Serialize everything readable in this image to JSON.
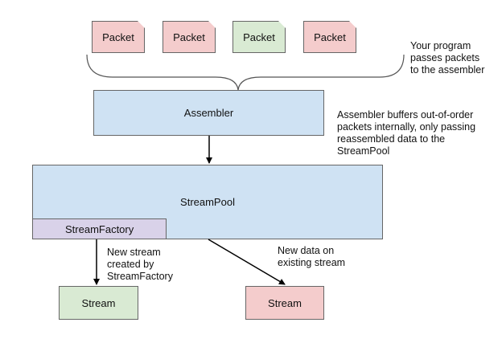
{
  "packets": [
    {
      "label": "Packet",
      "color": "red"
    },
    {
      "label": "Packet",
      "color": "red"
    },
    {
      "label": "Packet",
      "color": "green"
    },
    {
      "label": "Packet",
      "color": "red"
    }
  ],
  "notes": {
    "program": [
      "Your program",
      "passes packets",
      "to the assembler"
    ],
    "assembler": [
      "Assembler buffers out-of-order",
      "packets internally, only passing",
      "reassembled data to the",
      "StreamPool"
    ],
    "new_stream": [
      "New stream",
      "created by",
      "StreamFactory"
    ],
    "existing_stream": [
      "New data on",
      "existing stream"
    ]
  },
  "assembler": {
    "label": "Assembler"
  },
  "streampool": {
    "label": "StreamPool"
  },
  "streamfactory": {
    "label": "StreamFactory"
  },
  "streams": [
    {
      "label": "Stream",
      "color": "green"
    },
    {
      "label": "Stream",
      "color": "red"
    }
  ],
  "colors": {
    "packet_red": "#f4cccc",
    "packet_green": "#d9ead3",
    "blue_box": "#cfe2f3",
    "purple_box": "#d9d2e9"
  }
}
